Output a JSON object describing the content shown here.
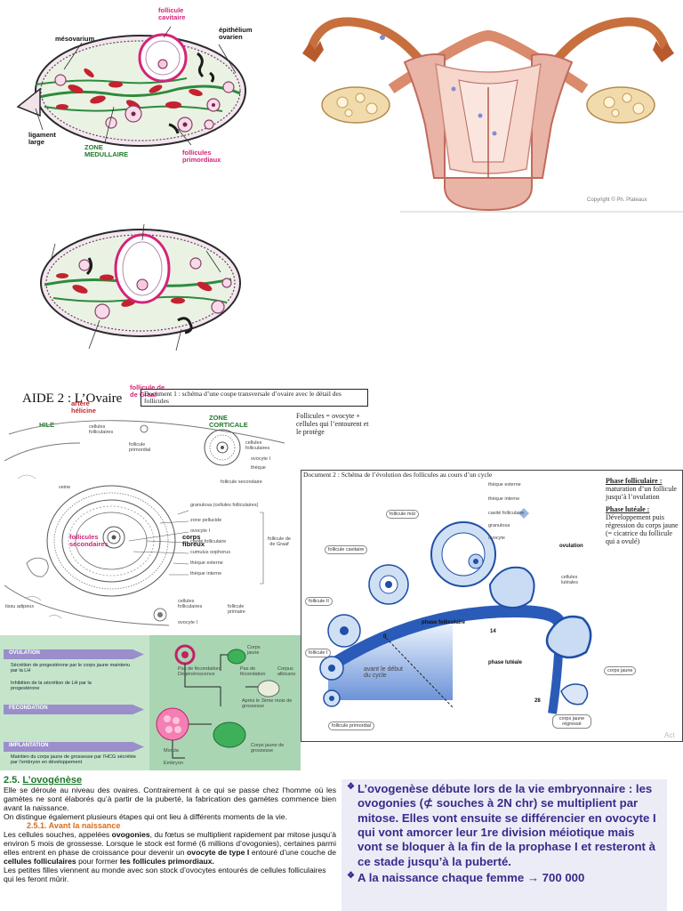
{
  "ovary1": {
    "labels": {
      "follicule_cavitaire": "follicule cavitaire",
      "mesovarium": "mésovarium",
      "epithelium": "épithélium ovarien",
      "ligament": "ligament large",
      "zone_medullaire": "ZONE MEDULLAIRE",
      "follicules_primordiaux": "follicules primordiaux"
    }
  },
  "uterus": {
    "copyright": "Copyright © Ph. Plateaux"
  },
  "ovary2": {
    "labels": {
      "graaf": "follicule de de Graaf",
      "artere": "artère hélicine",
      "hile": "HILE",
      "zone_corticale": "ZONE CORTICALE",
      "follicules_secondaires": "follicules secondaires",
      "corps_fibreux": "corps fibreux"
    }
  },
  "aide2": {
    "title": "AIDE 2 : L’Ovaire",
    "doc1_caption": "Document 1 : schéma d’une coupe transversale d’ovaire avec le détail des follicules",
    "follicules_note": "Follicules = ovocyte + cellules qui l’entourent et le protège",
    "labels": {
      "cellules_folliculaires": "cellules folliculaires",
      "follicule_primordial": "follicule primordial",
      "ovocyte": "ovocyte I",
      "theque": "thèque",
      "follicule_secondaire": "follicule secondaire",
      "granulosa": "granulosa (cellules folliculaires)",
      "zone_pellucide": "zone pellucide",
      "ovocyte2": "ovocyte I",
      "cavite": "cavité folliculaire",
      "cumulus": "cumulus oophorus",
      "theque_externe": "thèque externe",
      "theque_interne": "thèque interne",
      "follicule_graaf": "follicule de de Graaf",
      "tissu_adipeux": "tissu adipeux",
      "cellules_folliculaires2": "cellules folliculaires",
      "follicule_primaire": "follicule primaire",
      "ovocyte3": "ovocyte I",
      "veine": "veine"
    }
  },
  "doc2": {
    "caption": "Document 2 : Schéma de l’évolution des follicules au cours d’un cycle",
    "labels": {
      "theque_externe": "thèque externe",
      "theque_interne": "thèque interne",
      "cavite": "cavité folliculaire",
      "granulosa": "granulosa",
      "ovocyte": "ovocyte",
      "follicule_mur": "follicule mûr",
      "follicule_cavitaire": "follicule cavitaire",
      "ovulation": "ovulation",
      "cellules_luteales": "cellules lutéales",
      "follicule_II": "follicule II",
      "follicule_I": "follicule I",
      "phase_folliculaire": "phase folliculaire",
      "phase_luteale": "phase lutéale",
      "avant_debut": "avant le début du cycle",
      "corps_jaune": "corps jaune",
      "corps_jaune_regresse": "corps jaune régressé",
      "follicule_primordial": "follicule primordial",
      "day0": "0",
      "day14": "14",
      "day28": "28",
      "watermark": "Act"
    },
    "side": {
      "phase_foll_title": "Phase folliculaire :",
      "phase_foll_text": "maturation d’un follicule jusqu’à l’ovulation",
      "phase_lut_title": "Phase lutéale :",
      "phase_lut_text": "Développement puis régression du corps jaune (= cicatrice du follicule qui a ovulé)"
    }
  },
  "flow": {
    "rows": [
      {
        "header": "OVULATION",
        "text": "Sécrétion de progestérone par le corps jaune maintenu par la LH"
      },
      {
        "header": "",
        "text": "Inhibition de la sécrétion de LH par la progestérone"
      },
      {
        "header": "FECONDATION",
        "text": ""
      },
      {
        "header": "IMPLANTATION",
        "text": "Maintien du corps jaune de grossesse par l’HCG sécrétée par l’embryon en développement"
      }
    ],
    "labels": {
      "corps_jaune": "Corps jaune",
      "pas_fecond": "Pas de fécondation Dégénérescence",
      "pas_fecond2": "Pas de fécondation",
      "corpus": "Corpus albicans",
      "apres": "Après le 3ème mois de grossesse",
      "morula": "Morula",
      "embryon": "Embryon",
      "corps_jaune_gross": "Corps jaune de grossesse"
    }
  },
  "text": {
    "heading_num": "2.5.",
    "heading": "L’ovogénèse",
    "p1": "Elle se déroule au niveau des ovaires. Contrairement à ce qui se passe chez l’homme où les gamètes ne sont élaborés qu’à partir de la puberté, la fabrication des gamètes commence bien avant la naissance.",
    "p1b": "On distingue également plusieurs étapes qui ont lieu à différents moments de la vie.",
    "sub": "2.5.1.   Avant la naissance",
    "p2a": "Les cellules souches, appelées ",
    "p2b": "ovogonies",
    "p2c": ", du fœtus se multiplient rapidement par mitose jusqu’à environ 5 mois de grossesse. Lorsque le stock est formé (6 millions d’ovogonies), certaines parmi elles entrent en phase de croissance pour devenir un ",
    "p2d": "ovocyte de type I",
    "p2e": " entouré d’une couche de ",
    "p2f": "cellules folliculaires",
    "p2g": " pour former ",
    "p2h": "les follicules primordiaux.",
    "p3": "Les petites filles viennent au monde avec son stock d’ovocytes entourés de cellules folliculaires qui les feront mûrir."
  },
  "slide": {
    "bullet1": "L’ovogenèse débute lors de la vie embryonnaire : les ovogonies (⊄ souches à 2N chr) se multiplient par mitose. Elles vont ensuite se différencier en ovocyte I qui vont amorcer leur 1re division méiotique mais vont se bloquer à la fin de la prophase I et resteront à ce stade jusqu’à la puberté.",
    "bullet2": "A la naissance chaque femme → 700 000"
  },
  "colors": {
    "pink": "#d4237a",
    "green": "#1f7a2a",
    "slide_text": "#3a2a8c",
    "slide_bg": "#ececf6",
    "flow_green": "#b9dec0",
    "flow_purple": "#b7a8d6",
    "cycle_blue": "#2b5bb8"
  }
}
